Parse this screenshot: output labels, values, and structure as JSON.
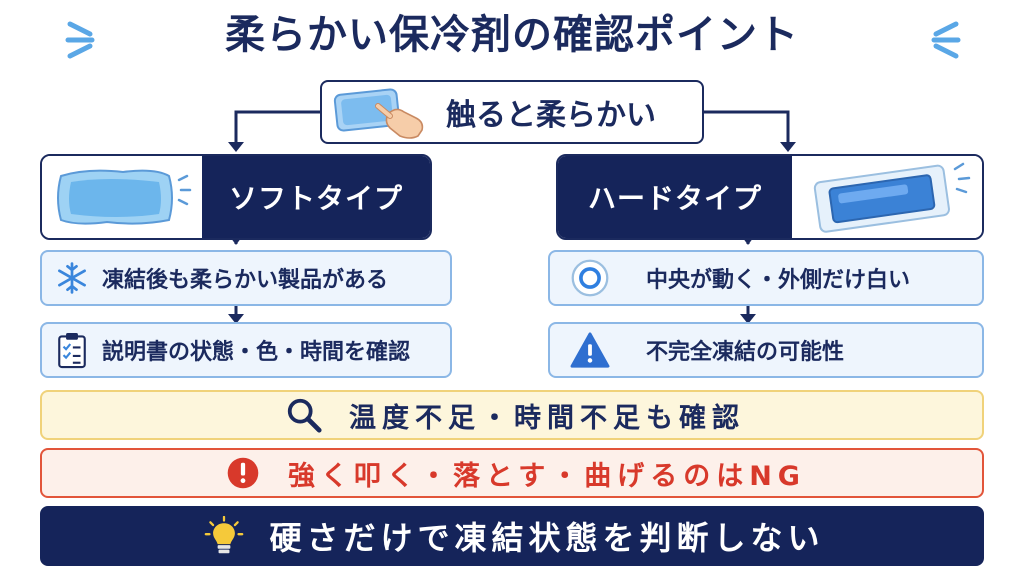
{
  "title": "柔らかい保冷剤の確認ポイント",
  "top": {
    "label": "触ると柔らかい",
    "icon": "hand-touching-pack-icon"
  },
  "soft": {
    "name": "ソフトタイプ",
    "items": [
      {
        "icon": "snowflake-icon",
        "text": "凍結後も柔らかい製品がある"
      },
      {
        "icon": "checklist-icon",
        "text": "説明書の状態・色・時間を確認"
      }
    ]
  },
  "hard": {
    "name": "ハードタイプ",
    "items": [
      {
        "icon": "circle-target-icon",
        "text": "中央が動く・外側だけ白い"
      },
      {
        "icon": "warning-icon",
        "text": "不完全凍結の可能性"
      }
    ]
  },
  "bands": {
    "check": "温度不足・時間不足も確認",
    "ng": "強く叩く・落とす・曲げるのはNG",
    "rule": "硬さだけで凍結状態を判断しない"
  },
  "colors": {
    "navy": "#15245a",
    "light_blue_bg": "#eef5fd",
    "light_blue_border": "#8bb7e6",
    "yellow_bg": "#fdf6dc",
    "red": "#d8392b",
    "accent_blue": "#2f7fe0"
  }
}
